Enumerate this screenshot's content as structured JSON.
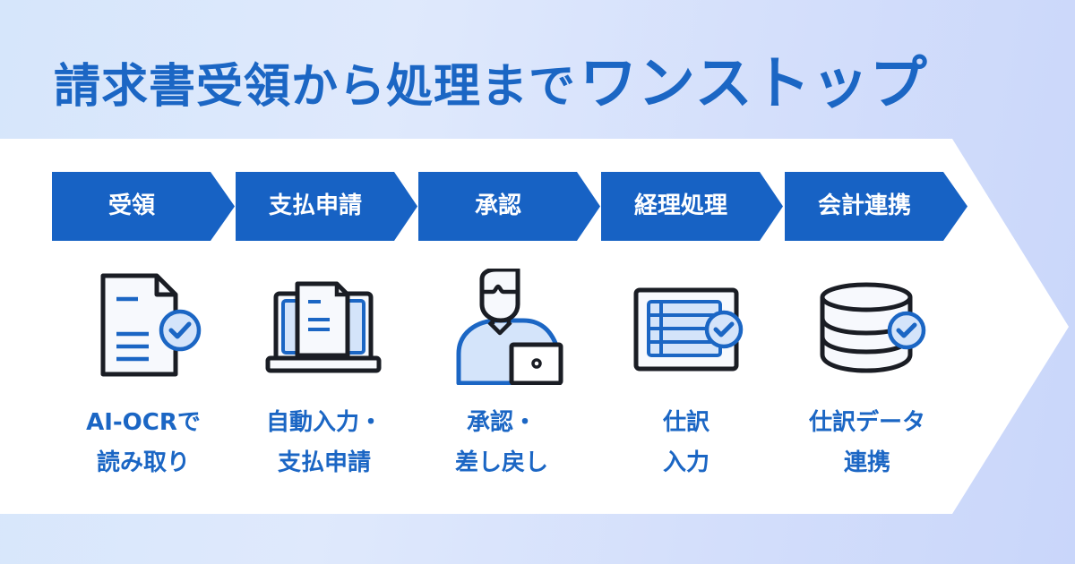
{
  "title": {
    "part1": "請求書受領から処理まで",
    "part2": "ワンストップ"
  },
  "colors": {
    "primary": "#1762c4",
    "icon_fill": "#d4e4fa",
    "outline": "#1a1d24",
    "background": "#d6e4fb"
  },
  "steps": [
    {
      "label": "受領",
      "icon": "document-check-icon",
      "caption_line1": "AI-OCRで",
      "caption_line2": "読み取り"
    },
    {
      "label": "支払申請",
      "icon": "laptop-document-icon",
      "caption_line1": "自動入力・",
      "caption_line2": "支払申請"
    },
    {
      "label": "承認",
      "icon": "person-laptop-icon",
      "caption_line1": "承認・",
      "caption_line2": "差し戻し"
    },
    {
      "label": "経理処理",
      "icon": "ledger-check-icon",
      "caption_line1": "仕訳",
      "caption_line2": "入力"
    },
    {
      "label": "会計連携",
      "icon": "database-check-icon",
      "caption_line1": "仕訳データ",
      "caption_line2": "連携"
    }
  ]
}
